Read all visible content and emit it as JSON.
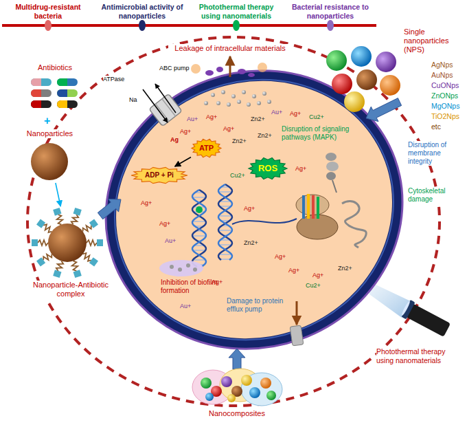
{
  "diagram": {
    "nodes": [
      {
        "text": [
          "Single nanoparticles (NPS)"
        ]
      },
      {
        "text": [
          "Antibiotics"
        ]
      },
      {
        "text": [
          "ATP"
        ]
      },
      {
        "text": [
          "Nanoparticles"
        ]
      },
      {
        "text": [
          "ADP + Pi"
        ]
      },
      {
        "text": [
          "ROS"
        ]
      },
      {
        "text": [
          "Nanoparticle-Antibiotic complex"
        ]
      },
      {
        "text": [
          "Nanocomposites"
        ]
      }
    ],
    "edges": [
      {
        "from": 3,
        "to": 6,
        "arrow": "to"
      },
      {
        "from": 2,
        "to": 4,
        "arrow": "to"
      }
    ],
    "labels": [
      "Multidrug-resistant bacteria",
      "Antimicrobial activity of nanoparticles",
      "Photothermal therapy using nanomaterials",
      "Bacterial resistance to nanoparticles",
      "Leakage of intracellular materials",
      "AgNps",
      "AuNps",
      "CuONps",
      "ZnONps",
      "MgONps",
      "TiO2Nps",
      "etc",
      "ATPase",
      "ABC pump",
      "Na",
      "+",
      "Ag",
      "Au+",
      "Ag+",
      "Ag+",
      "Ag+",
      "Zn2+",
      "Au+",
      "Ag+",
      "Cu2+",
      "Zn2+",
      "Zn2+",
      "Cu2+",
      "Ag+",
      "Ag+",
      "Ag+",
      "Au+",
      "Ag+",
      "Zn2+",
      "Ag+",
      "Ag+",
      "Ag+",
      "Ag+",
      "Zn2+",
      "Cu2+",
      "Au+",
      "Disruption of signaling pathways (MAPK)",
      "Disruption of membrane integrity",
      "Cytoskeletal damage",
      "Inhibition of biofilm formation",
      "Damage to protein efflux pump",
      "Photothermal therapy using nanomaterials"
    ]
  }
}
